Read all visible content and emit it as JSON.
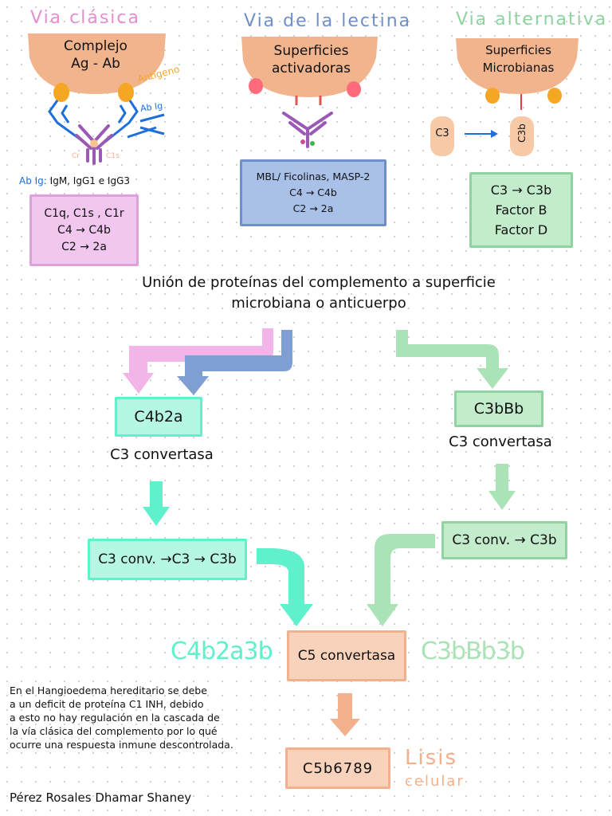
{
  "pathways": {
    "classical": {
      "title": "Via clásica",
      "surface": [
        "Complejo",
        "Ag - Ab"
      ],
      "antigen_label": "Antígeno",
      "ab_label": "Ab Ig",
      "cr_label": "Cr",
      "c1s_label": "C1s",
      "ab_note_prefix": "Ab Ig:",
      "ab_note": "IgM, IgG1 e IgG3",
      "box": [
        "C1q, C1s , C1r",
        "C4 → C4b",
        "C2 → 2a"
      ]
    },
    "lectin": {
      "title": "Via de la lectina",
      "surface": [
        "Superficies",
        "activadoras"
      ],
      "box": [
        "MBL/ Ficolinas, MASP-2",
        "C4 → C4b",
        "C2 → 2a"
      ]
    },
    "alternative": {
      "title": "Via alternativa",
      "surface": [
        "Superficies",
        "Microbianas"
      ],
      "c3": "C3",
      "c3b": "C3b",
      "box": [
        "C3 → C3b",
        "Factor B",
        "Factor D"
      ]
    }
  },
  "union_text": [
    "Unión de proteínas del complemento a superficie",
    "microbiana o anticuerpo"
  ],
  "left_branch": {
    "convertase_box": "C4b2a",
    "convertase_label": "C3 convertasa",
    "step_box": "C3 conv. →C3 → C3b",
    "c5_label": "C4b2a3b"
  },
  "right_branch": {
    "convertase_box": "C3bBb",
    "convertase_label": "C3 convertasa",
    "step_box": "C3 conv. → C3b",
    "c5_label": "C3bBb3b"
  },
  "c5_box": "C5 convertasa",
  "mac_box": "C5b6789",
  "lysis": [
    "Lisis",
    "celular"
  ],
  "note": [
    "En el Hangioedema hereditario se debe",
    "a un deficit de proteína C1 INH, debido",
    "a esto no hay regulación en la cascada de",
    "la vía clásica del complemento por lo qué",
    "ocurre una respuesta inmune descontrolada."
  ],
  "author": "Pérez Rosales Dhamar Shaney",
  "colors": {
    "pink": "#e48fd0",
    "blue": "#6f8fc9",
    "green": "#8fd3a0",
    "teal": "#5ff0cc",
    "peach": "#f2b08c",
    "blob": "#f2b48d",
    "antigen": "#f5a623",
    "antibody": "#9b59b6",
    "ab_blue": "#1e6fd9"
  }
}
